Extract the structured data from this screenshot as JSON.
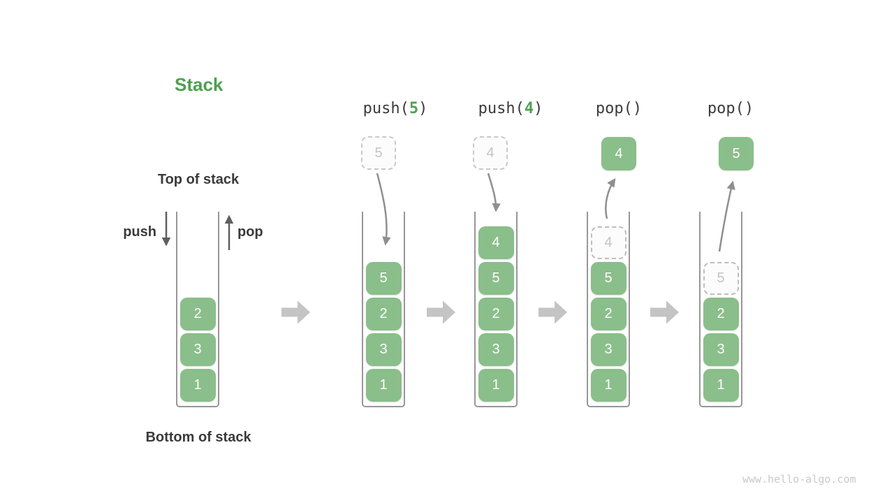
{
  "header": {
    "title": "Stack"
  },
  "labels": {
    "top_of_stack": "Top of stack",
    "bottom_of_stack": "Bottom of stack",
    "push": "push",
    "pop": "pop"
  },
  "watermark": "www.hello-algo.com",
  "colors": {
    "accent_green": "#4CA050",
    "box_green": "#8ABE8A",
    "box_text": "#FFFFFF",
    "ghost_border": "#BDBDBD",
    "ghost_text": "#C4C4C4",
    "curve_arrow_gray": "#8F8F8F",
    "push_pop_arrow_gray": "#5F5F5F",
    "block_arrow_gray": "#C4C4C4",
    "wall_gray": "#979797",
    "text_dark": "#3A3A3A",
    "watermark_gray": "#C9C9C9"
  },
  "columns": [
    {
      "name": "initial",
      "cells": [
        {
          "value": "2"
        },
        {
          "value": "3"
        },
        {
          "value": "1"
        }
      ]
    },
    {
      "name": "push-5",
      "op": {
        "pre": "push(",
        "arg": "5",
        "post": ")"
      },
      "floating": {
        "value": "5",
        "style": "dashed"
      },
      "cells": [
        {
          "value": "5"
        },
        {
          "value": "2"
        },
        {
          "value": "3"
        },
        {
          "value": "1"
        }
      ]
    },
    {
      "name": "push-4",
      "op": {
        "pre": "push(",
        "arg": "4",
        "post": ")"
      },
      "floating": {
        "value": "4",
        "style": "dashed"
      },
      "cells": [
        {
          "value": "4"
        },
        {
          "value": "5"
        },
        {
          "value": "2"
        },
        {
          "value": "3"
        },
        {
          "value": "1"
        }
      ]
    },
    {
      "name": "pop-first",
      "op": {
        "pre": "pop(",
        "arg": "",
        "post": ")"
      },
      "floating": {
        "value": "4",
        "style": "solid"
      },
      "cells": [
        {
          "value": "4",
          "ghost": true
        },
        {
          "value": "5"
        },
        {
          "value": "2"
        },
        {
          "value": "3"
        },
        {
          "value": "1"
        }
      ]
    },
    {
      "name": "pop-second",
      "op": {
        "pre": "pop(",
        "arg": "",
        "post": ")"
      },
      "floating": {
        "value": "5",
        "style": "solid"
      },
      "cells": [
        {
          "value": "5",
          "ghost": true
        },
        {
          "value": "2"
        },
        {
          "value": "3"
        },
        {
          "value": "1"
        }
      ]
    }
  ]
}
